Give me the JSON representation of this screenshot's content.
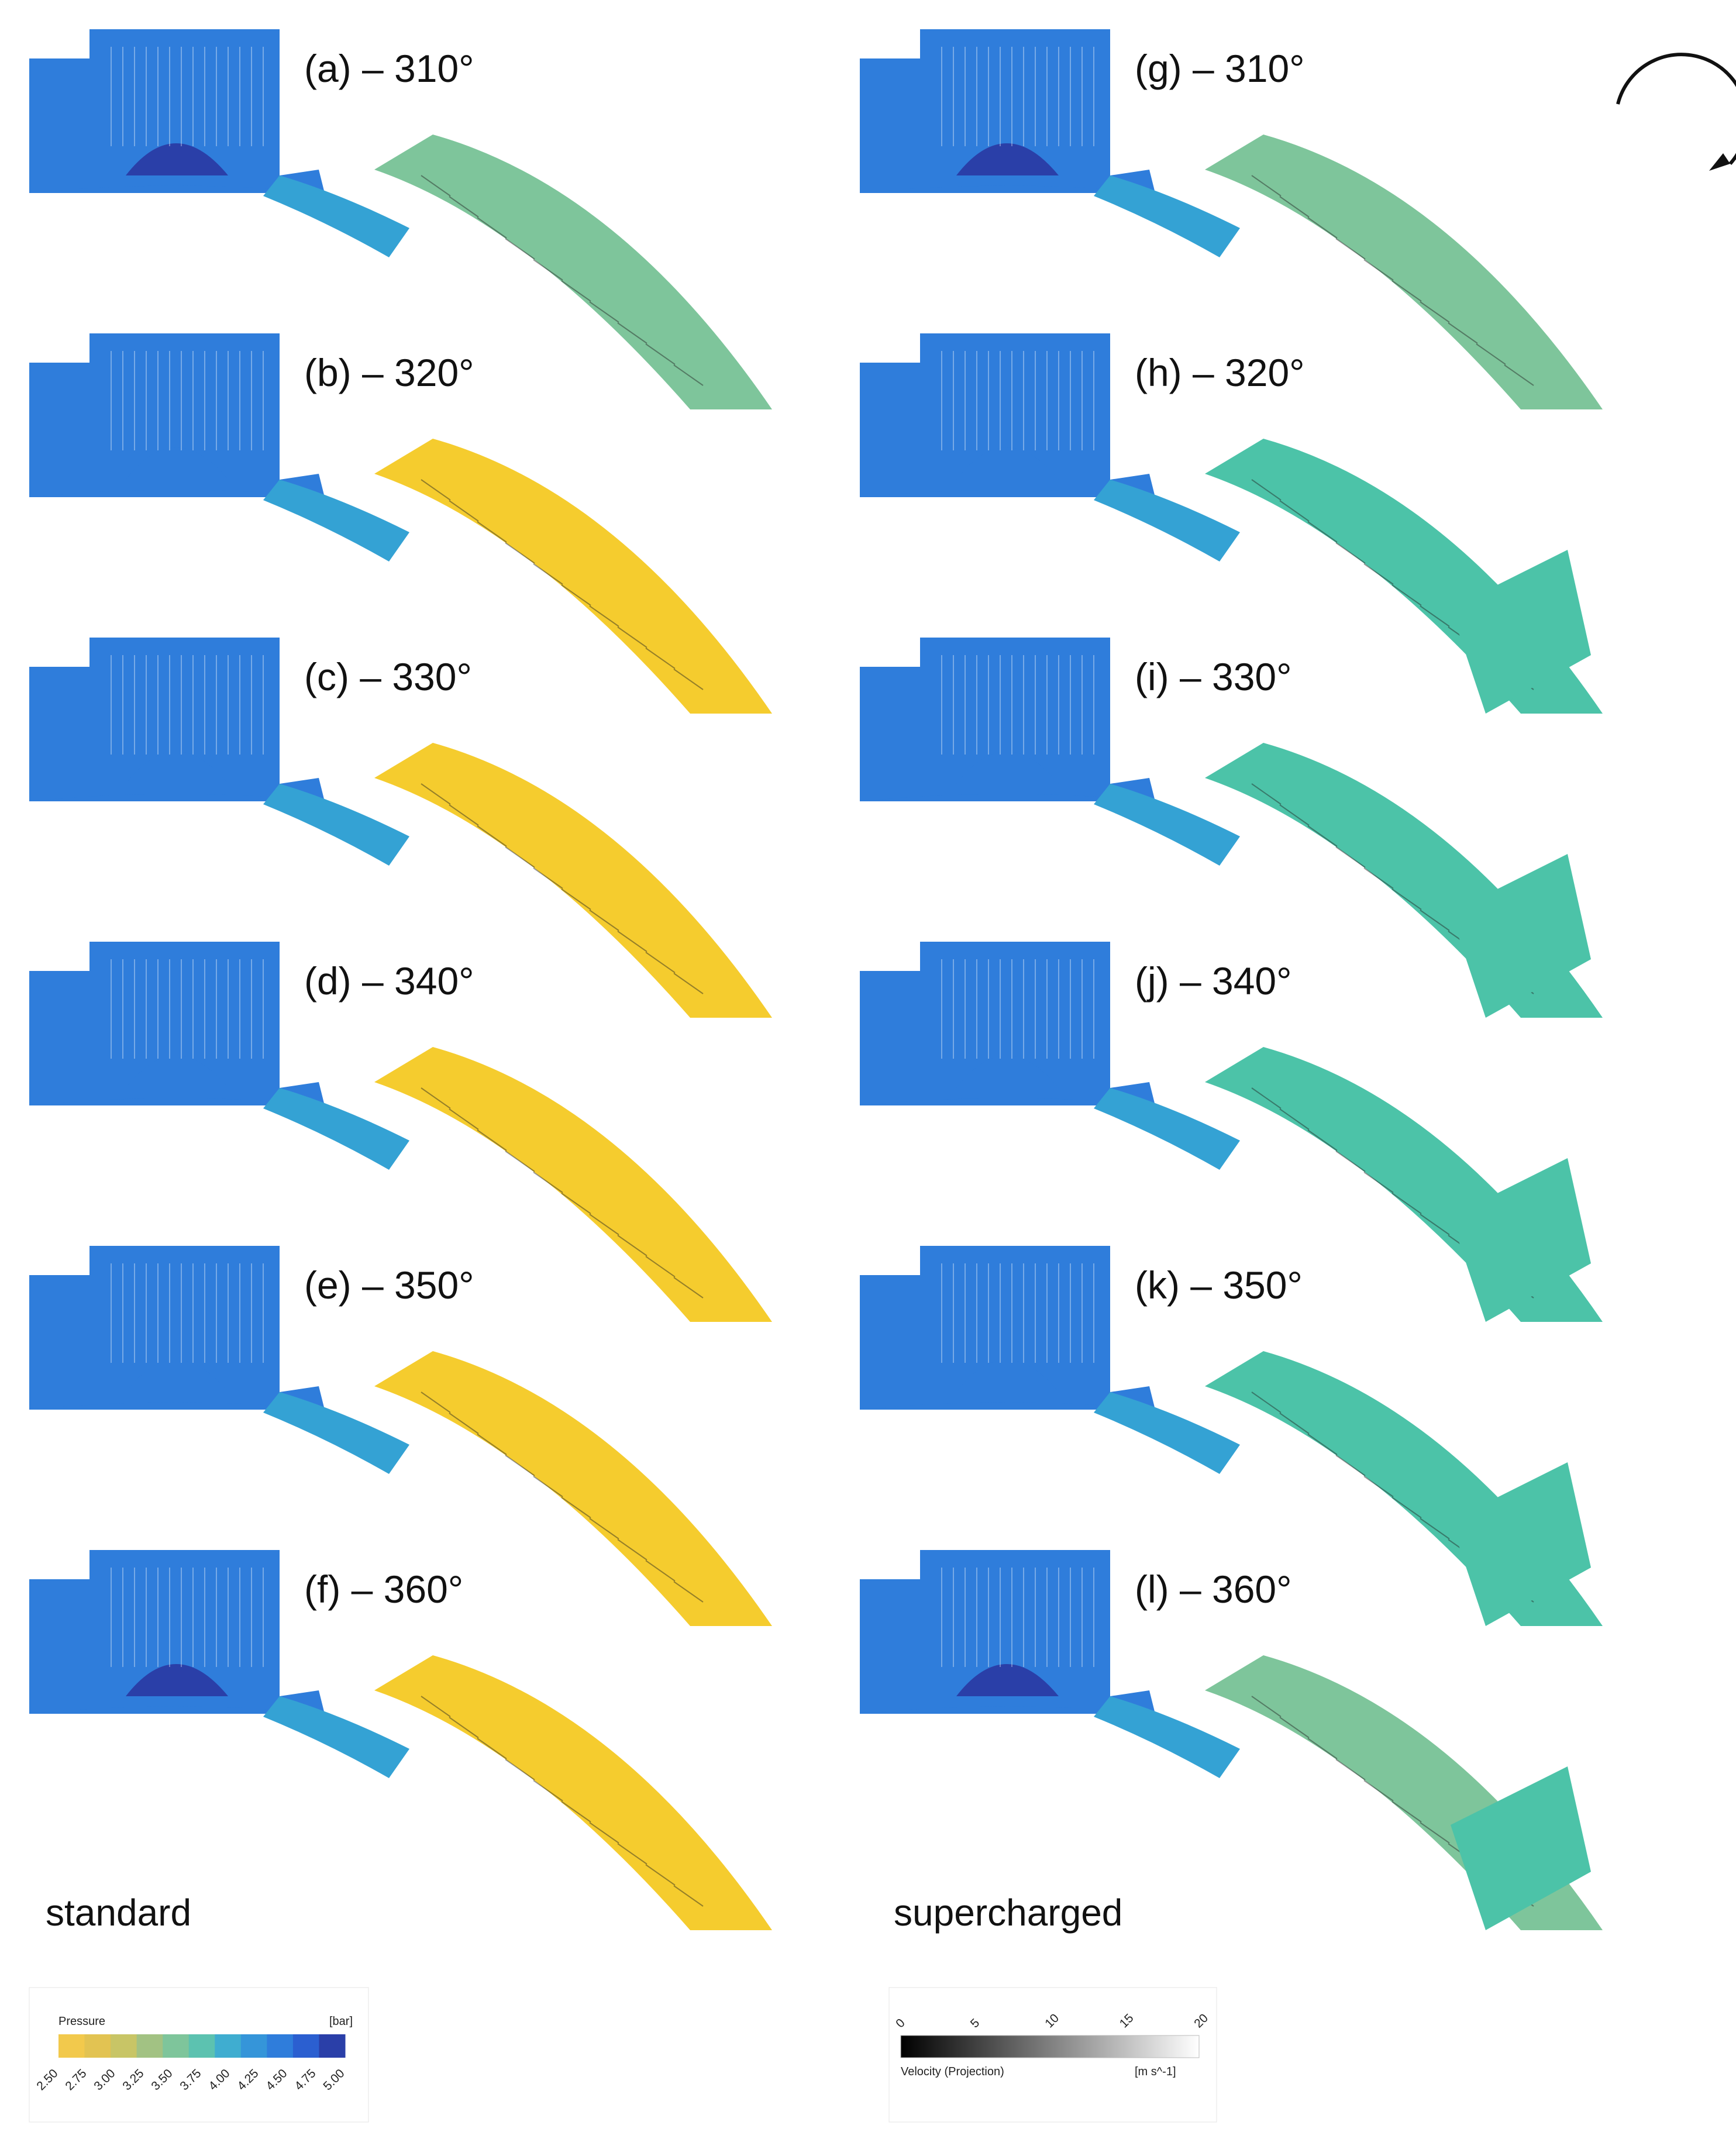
{
  "panels": {
    "a": {
      "label": "(a) – 310°"
    },
    "b": {
      "label": "(b) – 320°"
    },
    "c": {
      "label": "(c) – 330°"
    },
    "d": {
      "label": "(d) – 340°"
    },
    "e": {
      "label": "(e) – 350°"
    },
    "f": {
      "label": "(f) – 360°"
    },
    "g": {
      "label": "(g) – 310°"
    },
    "h": {
      "label": "(h) – 320°"
    },
    "i": {
      "label": "(i) – 330°"
    },
    "j": {
      "label": "(j) – 340°"
    },
    "k": {
      "label": "(k) – 350°"
    },
    "l": {
      "label": "(l) – 360°"
    }
  },
  "columns": {
    "left": "standard",
    "right": "supercharged"
  },
  "pressure_legend": {
    "title": "Pressure",
    "unit": "[bar]",
    "ticks": [
      "2.50",
      "2.75",
      "3.00",
      "3.25",
      "3.50",
      "3.75",
      "4.00",
      "4.25",
      "4.50",
      "4.75",
      "5.00"
    ],
    "colors": [
      "#f2c94c",
      "#e2c352",
      "#c8c566",
      "#a2c283",
      "#7ec59b",
      "#5cc2b0",
      "#3fadd0",
      "#3595d9",
      "#2f7ddb",
      "#2b5fd0",
      "#2a3fa8"
    ]
  },
  "velocity_legend": {
    "title": "Velocity (Projection)",
    "unit": "[m s^-1]",
    "ticks": [
      "0",
      "5",
      "10",
      "15",
      "20"
    ]
  },
  "colors": {
    "port_blue": "#2f7ddb",
    "port_dark": "#2a3fa8",
    "channel_green": "#7ec59b",
    "channel_yellow": "#f5cc2e",
    "channel_teal": "#4cc3a8",
    "channel_light_blue": "#34a2d4"
  },
  "icons": {
    "rotation": "clockwise-rotation-arrow-icon"
  }
}
